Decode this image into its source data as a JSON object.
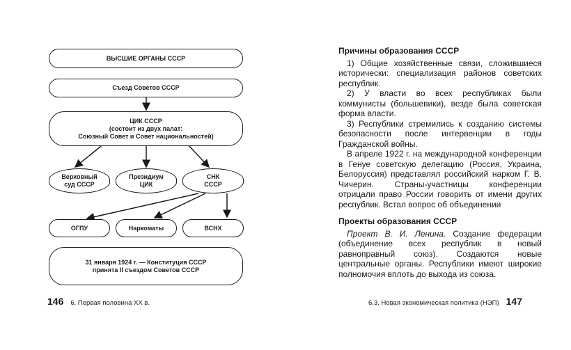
{
  "diagram": {
    "supreme": "ВЫСШИЕ ОРГАНЫ СССР",
    "congress": "Съезд Советов СССР",
    "cik": "ЦИК СССР\n(состоит из двух палат:\nСоюзный Совет и Совет национальностей)",
    "court": "Верховный\nсуд СССР",
    "presidium": "Президиум\nЦИК",
    "snk": "СНК\nСССР",
    "ogpu": "ОГПУ",
    "narkomaty": "Наркоматы",
    "vsnh": "ВСНХ",
    "constitution": "31 января 1924 г. — Конституция СССР\nпринята II съездом Советов СССР"
  },
  "left_footer": {
    "page_number": "146",
    "running_title": "6. Первая половина XX в."
  },
  "right_page": {
    "heading1": "Причины образования СССР",
    "p1": "1) Общие хозяйственные связи, сложившиеся исторически: специализация районов советских республик.",
    "p2": "2) У власти во всех республиках были коммунисты (большевики), везде была советская форма власти.",
    "p3": "3) Республики стремились к созданию системы безопасности после интервенции в годы Гражданской войны.",
    "p4": "В апреле 1922 г. на международной конференции в Генуе советскую делегацию (Россия, Украина, Белоруссия) представлял российский нарком Г. В. Чичерин. Страны-участницы конференции отрицали право России говорить от имени других республик. Встал вопрос об объединении",
    "heading2": "Проекты образования СССР",
    "p5_italic": "Проект В. И. Ленина",
    "p5_rest": ". Создание федерации (объединение всех республик в новый равноправный союз). Создаются новые центральные органы. Республики имеют широкие полномочия вплоть до выхода из союза."
  },
  "right_footer": {
    "running_title": "6.3. Новая экономическая политика (НЭП)",
    "page_number": "147"
  }
}
